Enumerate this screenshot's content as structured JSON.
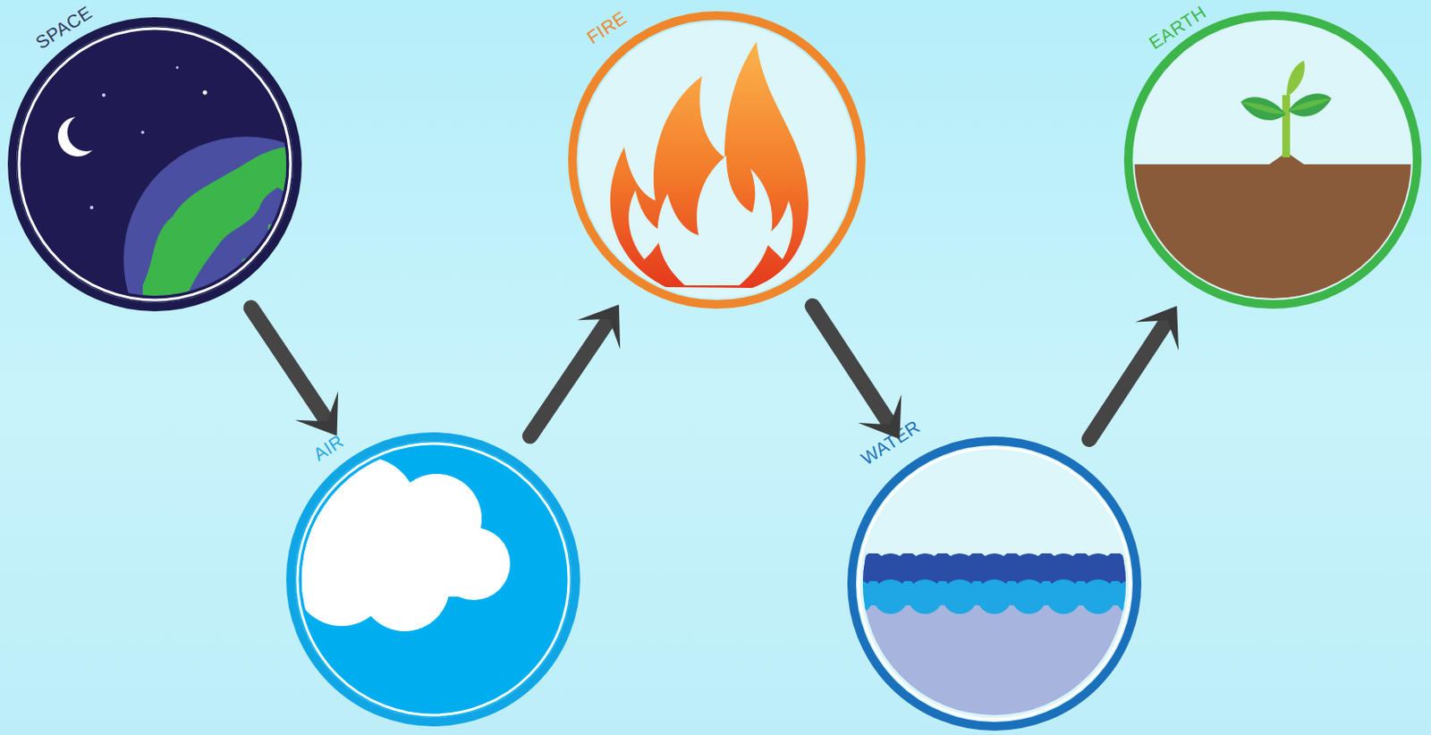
{
  "diagram": {
    "nodes": [
      {
        "text": [
          "SPACE"
        ]
      },
      {
        "text": [
          "AIR"
        ]
      },
      {
        "text": [
          "FIRE"
        ]
      },
      {
        "text": [
          "WATER"
        ]
      },
      {
        "text": [
          "EARTH"
        ]
      }
    ],
    "edges": [
      {
        "from": 0,
        "to": 1,
        "arrow": "to"
      },
      {
        "from": 1,
        "to": 2,
        "arrow": "to"
      },
      {
        "from": 2,
        "to": 3,
        "arrow": "to"
      },
      {
        "from": 3,
        "to": 4,
        "arrow": "to"
      }
    ]
  }
}
